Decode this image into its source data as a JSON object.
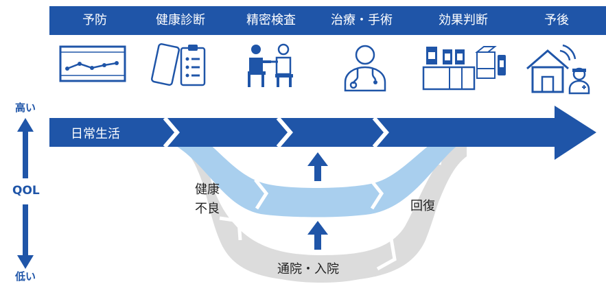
{
  "stages": [
    {
      "label": "予防",
      "icon": "line-chart-monitor-icon"
    },
    {
      "label": "健康診断",
      "icon": "smartphone-clipboard-icon"
    },
    {
      "label": "精密検査",
      "icon": "doctor-consultation-icon"
    },
    {
      "label": "治療・手術",
      "icon": "doctor-stethoscope-icon"
    },
    {
      "label": "効果判断",
      "icon": "pharmacy-medicine-icon"
    },
    {
      "label": "予後",
      "icon": "home-nurse-icon"
    }
  ],
  "axis": {
    "high": "高い",
    "metric": "QOL",
    "low": "低い"
  },
  "flow": {
    "daily_life": "日常生活",
    "ill_health_line1": "健康",
    "ill_health_line2": "不良",
    "recovery": "回復",
    "hospital": "通院・入院"
  },
  "colors": {
    "brand_blue": "#1f55a8",
    "light_blue": "#a9cfee",
    "gray": "#dcdcdc",
    "icon_stroke": "#1f55a8"
  }
}
